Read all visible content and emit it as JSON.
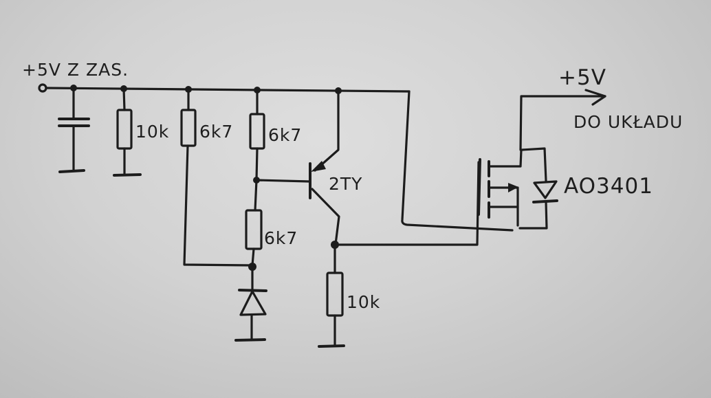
{
  "diagram": {
    "type": "hand-drawn circuit schematic",
    "ink_color": "#1c1c1c",
    "paper_color": "#d4d4d4",
    "input_label": "+5V Z ZAS.",
    "output_label_top": "+5V",
    "output_label_bottom": "DO UKŁADU",
    "components": {
      "r1": "10k",
      "r2": "6k7",
      "r3": "6k7",
      "r4": "6k7",
      "r5": "10k",
      "transistor": "2TY",
      "mosfet": "AO3401"
    }
  }
}
